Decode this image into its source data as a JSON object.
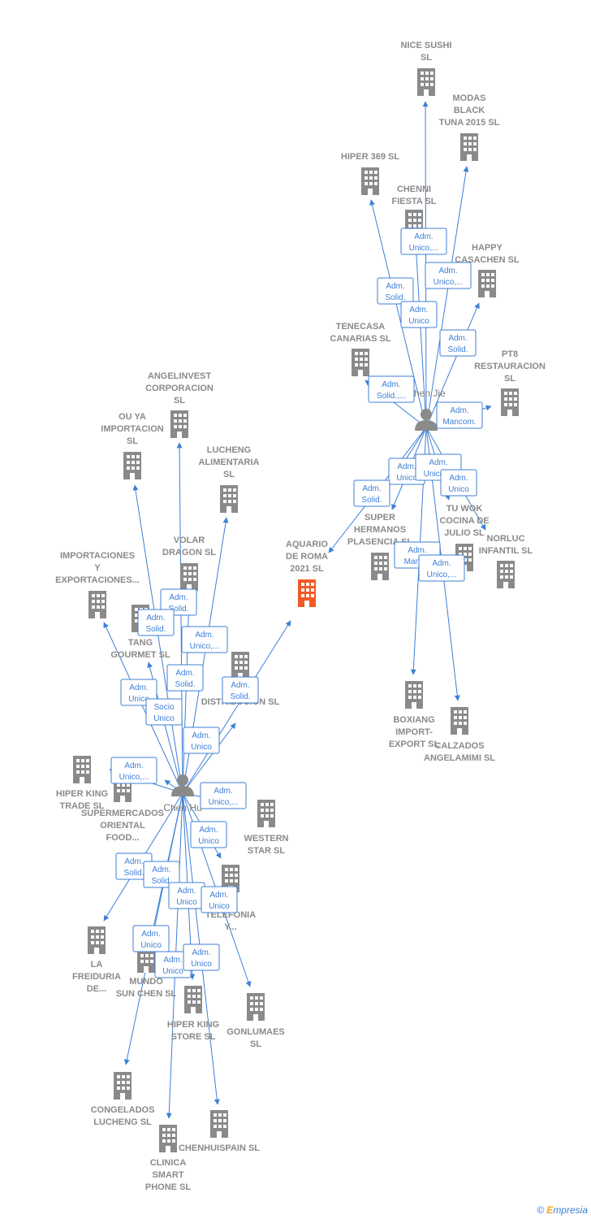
{
  "colors": {
    "edge": "#3d7fd6",
    "building": "#8a8a8a",
    "highlight": "#f05a28",
    "person": "#8a8a8a"
  },
  "persons": [
    {
      "id": "chen_jie",
      "label": "Chen Jie"
    },
    {
      "id": "chen_hu",
      "label": "Chen Hu"
    }
  ],
  "companies": [
    {
      "id": "nice_sushi",
      "label": "NICE SUSHI SL"
    },
    {
      "id": "modas_black",
      "label": "MODAS BLACK TUNA 2015 SL"
    },
    {
      "id": "hiper369",
      "label": "HIPER 369 SL"
    },
    {
      "id": "chenni",
      "label": "CHENNI FIESTA SL"
    },
    {
      "id": "happy",
      "label": "HAPPY CASACHEN SL"
    },
    {
      "id": "tenecasa",
      "label": "TENECASA CANARIAS SL"
    },
    {
      "id": "pt8",
      "label": "PT8 RESTAURACION SL"
    },
    {
      "id": "super_hermanos",
      "label": "SUPER HERMANOS PLASENCIA SL"
    },
    {
      "id": "tu_wok",
      "label": "TU WOK COCINA DE JULIO SL"
    },
    {
      "id": "norluc",
      "label": "NORLUC INFANTIL SL"
    },
    {
      "id": "aquario",
      "label": "AQUARIO DE ROMA 2021 SL",
      "highlight": true
    },
    {
      "id": "boxiang",
      "label": "BOXIANG IMPORT-EXPORT SL"
    },
    {
      "id": "calzados",
      "label": "CALZADOS ANGELAMIMI SL"
    },
    {
      "id": "angelinvest",
      "label": "ANGELINVEST CORPORACION SL"
    },
    {
      "id": "ou_ya",
      "label": "OU YA IMPORTACION SL"
    },
    {
      "id": "lucheng_alim",
      "label": "LUCHENG ALIMENTARIA SL"
    },
    {
      "id": "volar",
      "label": "VOLAR DRAGON SL"
    },
    {
      "id": "importaciones",
      "label": "IMPORTACIONES Y EXPORTACIONES..."
    },
    {
      "id": "tang",
      "label": "TANG GOURMET SL"
    },
    {
      "id": "distribucion",
      "label": "T... N DISTRIBUCION SL"
    },
    {
      "id": "hiper_king_trade",
      "label": "HIPER KING TRADE SL"
    },
    {
      "id": "supermercados",
      "label": "SUPERMERCADOS ORIENTAL FOOD..."
    },
    {
      "id": "western",
      "label": "WESTERN STAR SL"
    },
    {
      "id": "telefonia",
      "label": "TELEFONIA Y..."
    },
    {
      "id": "freiduria",
      "label": "LA FREIDURIA DE..."
    },
    {
      "id": "mundo",
      "label": "MUNDO SUN CHEN SL"
    },
    {
      "id": "hiper_king_store",
      "label": "HIPER KING STORE SL"
    },
    {
      "id": "gonlumaes",
      "label": "GONLUMAES SL"
    },
    {
      "id": "congelados",
      "label": "CONGELADOS LUCHENG SL"
    },
    {
      "id": "clinica",
      "label": "CLINICA SMART PHONE SL"
    },
    {
      "id": "chenhuispain",
      "label": "CHENHUISPAIN SL"
    }
  ],
  "badges": [
    {
      "text": "Adm. Unico,..."
    },
    {
      "text": "Adm. Unico,..."
    },
    {
      "text": "Adm. Solid."
    },
    {
      "text": "Adm. Unico"
    },
    {
      "text": "Adm. Solid."
    },
    {
      "text": "Adm. Solid.,..."
    },
    {
      "text": "Adm. Mancom."
    },
    {
      "text": "Adm. Unico"
    },
    {
      "text": "Adm. Unico,..."
    },
    {
      "text": "Adm. Unico"
    },
    {
      "text": "Adm. Solid."
    },
    {
      "text": "Adm. Manc..."
    },
    {
      "text": "Adm. Unico,..."
    },
    {
      "text": "Adm. Solid."
    },
    {
      "text": "Adm. Solid."
    },
    {
      "text": "Adm. Unico,..."
    },
    {
      "text": "Adm. Solid."
    },
    {
      "text": "Adm. Unico"
    },
    {
      "text": "Adm. Solid."
    },
    {
      "text": "Socio Unico"
    },
    {
      "text": "Adm. Unico"
    },
    {
      "text": "Adm. Unico,..."
    },
    {
      "text": "Adm. Unico,..."
    },
    {
      "text": "Adm. Unico"
    },
    {
      "text": "Adm. Solid."
    },
    {
      "text": "Adm. Solid."
    },
    {
      "text": "Adm. Unico"
    },
    {
      "text": "Adm. Unico"
    },
    {
      "text": "Adm. Unico"
    },
    {
      "text": "Adm. Unico"
    },
    {
      "text": "Adm. Unico"
    }
  ],
  "footer": {
    "copyright": "©",
    "brand_first": "E",
    "brand_rest": "mpresia"
  }
}
